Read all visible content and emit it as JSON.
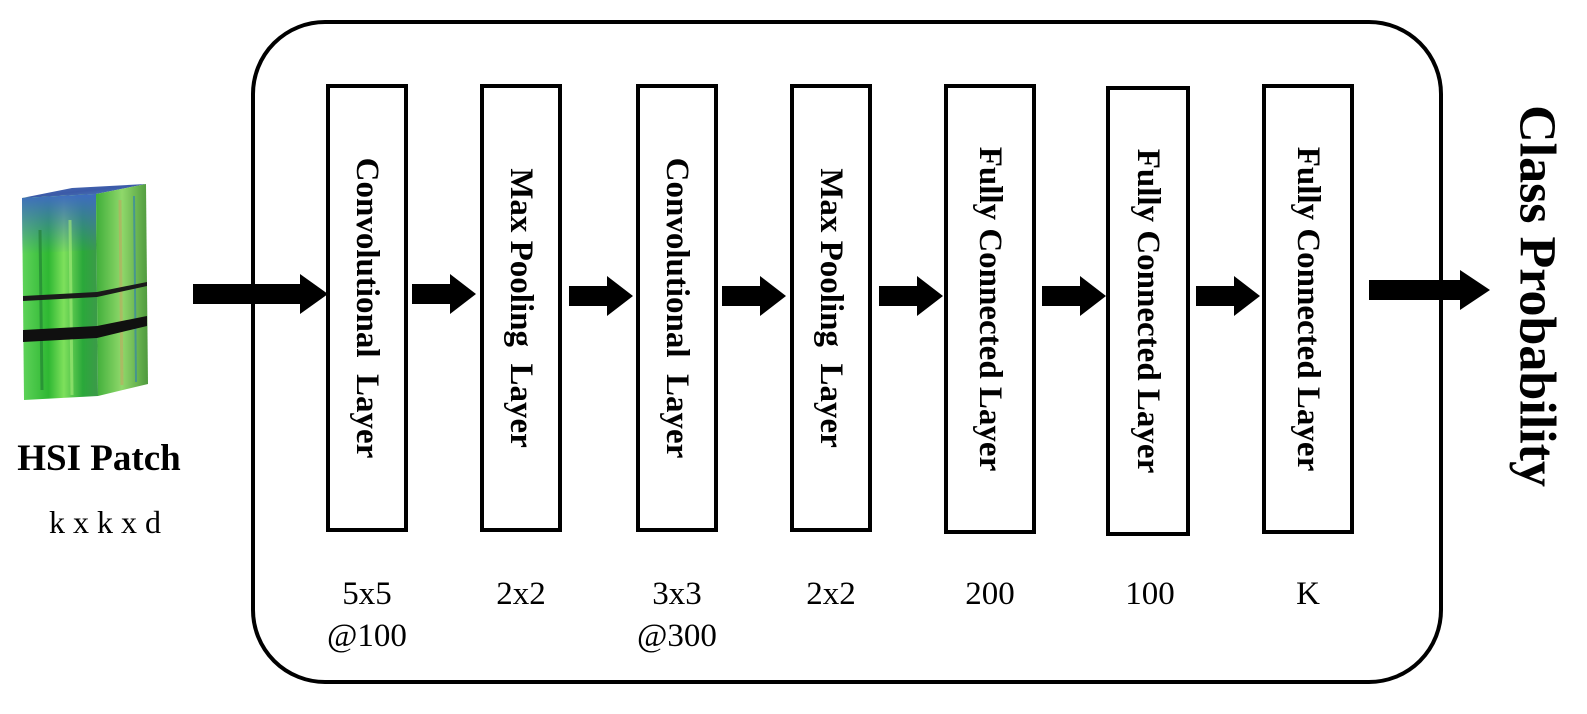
{
  "input": {
    "title": "HSI Patch",
    "dims": "k x k x d"
  },
  "layers": [
    {
      "label": "Convolutional  Layer",
      "param_lines": [
        "5x5",
        "@100"
      ]
    },
    {
      "label": "Max Pooling  Layer",
      "param_lines": [
        "2x2"
      ]
    },
    {
      "label": "Convolutional  Layer",
      "param_lines": [
        "3x3",
        "@300"
      ]
    },
    {
      "label": "Max Pooling  Layer",
      "param_lines": [
        "2x2"
      ]
    },
    {
      "label": "Fully Connected Layer",
      "param_lines": [
        "200"
      ]
    },
    {
      "label": "Fully Connected Layer",
      "param_lines": [
        "100"
      ]
    },
    {
      "label": "Fully Connected Layer",
      "param_lines": [
        "K"
      ]
    }
  ],
  "output": {
    "label": "Class Probability"
  }
}
